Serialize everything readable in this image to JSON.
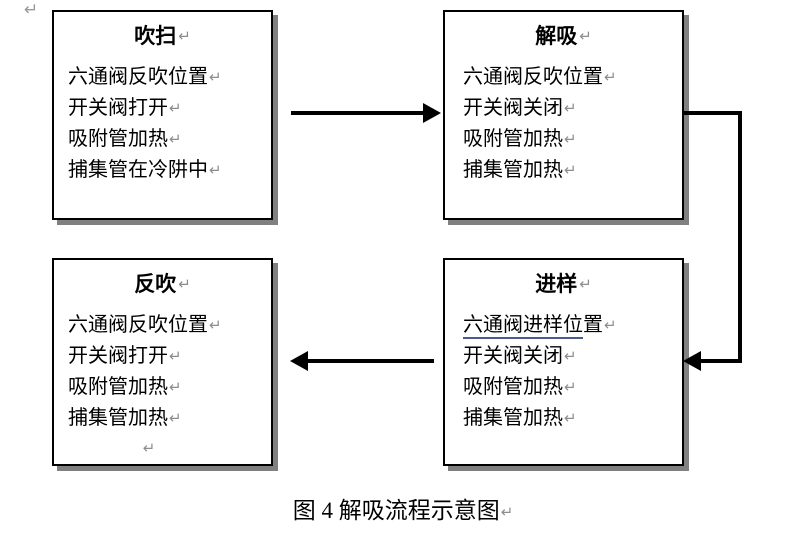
{
  "page": {
    "top_return_mark": "↵",
    "return_mark": "↵"
  },
  "diagram": {
    "title": "解吸流程示意图",
    "boxes": [
      {
        "id": "purge",
        "title": "吹扫",
        "lines": [
          "六通阀反吹位置",
          "开关阀打开",
          "吸附管加热",
          "捕集管在冷阱中"
        ],
        "trailing_return_line": false,
        "marked_line_index": -1
      },
      {
        "id": "desorb",
        "title": "解吸",
        "lines": [
          "六通阀反吹位置",
          "开关阀关闭",
          "吸附管加热",
          "捕集管加热"
        ],
        "trailing_return_line": false,
        "marked_line_index": -1
      },
      {
        "id": "backflush",
        "title": "反吹",
        "lines": [
          "六通阀反吹位置",
          "开关阀打开",
          "吸附管加热",
          "捕集管加热"
        ],
        "trailing_return_line": true,
        "marked_line_index": -1
      },
      {
        "id": "inject",
        "title": "进样",
        "lines": [
          "六通阀进样位置",
          "开关阀关闭",
          "吸附管加热",
          "捕集管加热"
        ],
        "trailing_return_line": false,
        "marked_line_index": 0,
        "marked_text": "六通阀进样位",
        "marked_rest": "置",
        "marked_color": "#4a5a8c"
      }
    ],
    "arrows": [
      {
        "id": "purge-to-desorb",
        "direction": "right",
        "from": "吹扫",
        "to": "解吸"
      },
      {
        "id": "desorb-to-inject",
        "direction": "down-left-elbow",
        "from": "解吸",
        "to": "进样"
      },
      {
        "id": "inject-to-backflush",
        "direction": "left",
        "from": "进样",
        "to": "反吹"
      }
    ]
  },
  "caption": {
    "prefix": "图 4",
    "text": "解吸流程示意图",
    "full": "图 4  解吸流程示意图"
  },
  "colors": {
    "stroke": "#000000",
    "shadow": "#808080",
    "return_mark": "#8d8d8d",
    "spellcheck_underline": "#4a5a8c",
    "background": "#ffffff"
  }
}
